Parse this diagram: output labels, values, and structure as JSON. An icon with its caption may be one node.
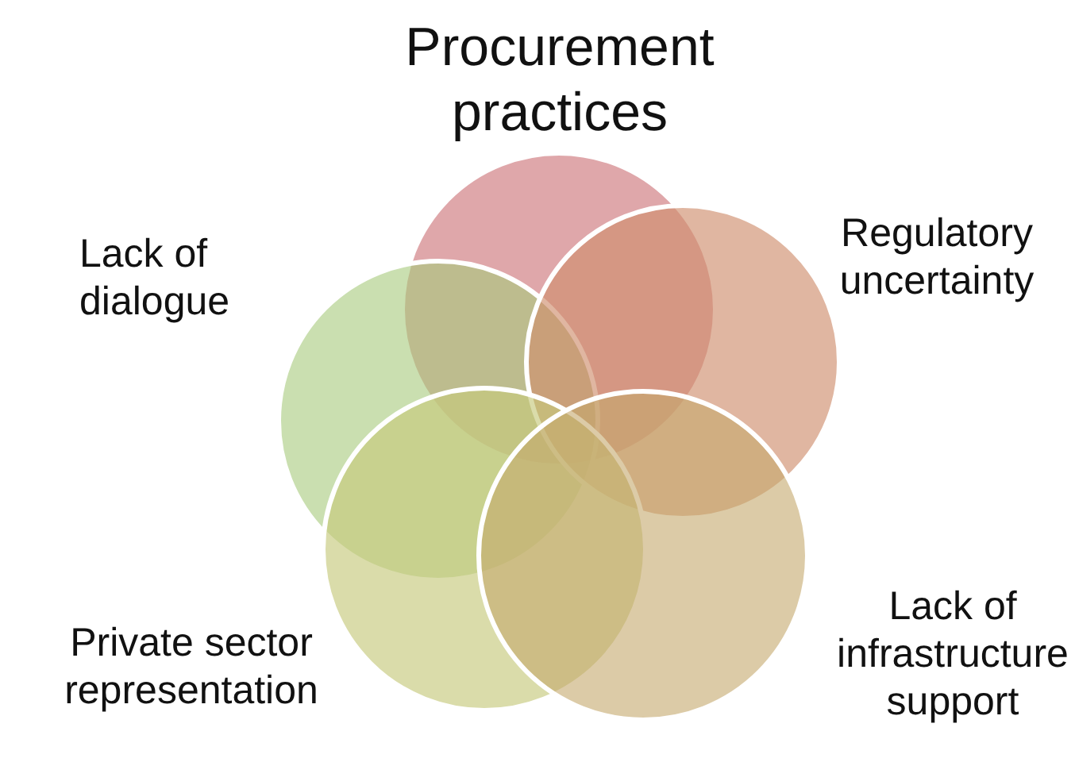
{
  "diagram": {
    "nodes": [
      {
        "text": [],
        "shape": "circle",
        "beside": [
          "Procurement practices"
        ]
      },
      {
        "text": [],
        "shape": "circle",
        "beside": [
          "Lack of dialogue"
        ]
      },
      {
        "text": [],
        "shape": "circle",
        "beside": [
          "Regulatory uncertainty"
        ]
      },
      {
        "text": [],
        "shape": "circle",
        "beside": [
          "Private sector representation"
        ]
      },
      {
        "text": [],
        "shape": "circle",
        "beside": [
          "Lack of infrastructure support"
        ]
      }
    ]
  }
}
